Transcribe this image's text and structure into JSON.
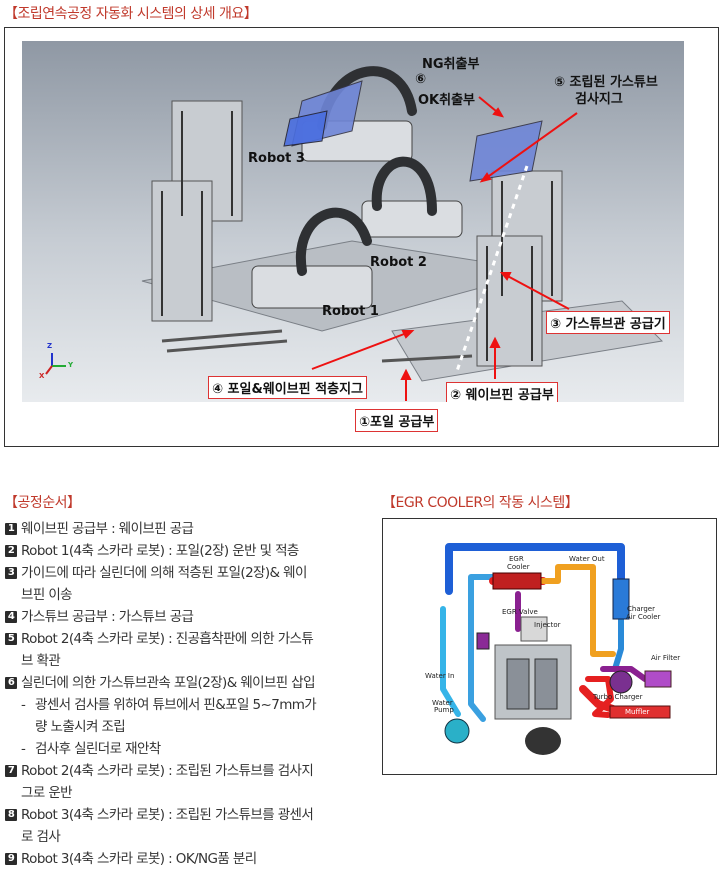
{
  "header": {
    "title": "【조립연속공정 자동화 시스템의 상세 개요】"
  },
  "diagram": {
    "labels": {
      "robot1": "Robot 1",
      "robot2": "Robot 2",
      "robot3": "Robot 3",
      "ng_out": "NG취출부",
      "ok_num": "⑥",
      "ok_out": "OK취출부",
      "inspect_line1": "⑤ 조립된 가스튜브",
      "inspect_line2": "검사지그",
      "gas_tube_feeder": "③ 가스튜브관 공급기",
      "stack_jig": "④ 포일&웨이브핀 적층지그",
      "wavefin_feeder": "② 웨이브핀 공급부",
      "foil_feeder": "①포일 공급부"
    },
    "axis": {
      "z": "Z",
      "y": "Y",
      "x": "X"
    }
  },
  "process": {
    "title": "【공정순서】",
    "steps": [
      {
        "num": "1",
        "text": "웨이브핀 공급부 : 웨이브핀 공급"
      },
      {
        "num": "2",
        "text": "Robot 1(4축 스카라 로봇) : 포일(2장) 운반 및 적층"
      },
      {
        "num": "3",
        "text": "가이드에 따라 실린더에 의해 적층된 포일(2장)& 웨이"
      },
      {
        "num": "",
        "text": "브핀 이송"
      },
      {
        "num": "4",
        "text": "가스튜브 공급부 : 가스튜브 공급"
      },
      {
        "num": "5",
        "text": "Robot 2(4축 스카라 로봇) : 진공흡착판에 의한 가스튜"
      },
      {
        "num": "",
        "text": "브 확관"
      },
      {
        "num": "6",
        "text": "실린더에 의한 가스튜브관속 포일(2장)& 웨이브핀 삽입"
      },
      {
        "num": "-",
        "text": "광센서 검사를 위하여 튜브에서 핀&포일 5~7mm가",
        "sub": true
      },
      {
        "num": "",
        "text": "량 노출시켜 조립",
        "sub": true,
        "cont": true
      },
      {
        "num": "-",
        "text": "검사후 실린더로 재안착",
        "sub": true
      },
      {
        "num": "7",
        "text": "Robot 2(4축 스카라 로봇) : 조립된 가스튜브를 검사지"
      },
      {
        "num": "",
        "text": "그로 운반"
      },
      {
        "num": "8",
        "text": "Robot 3(4축 스카라 로봇) : 조립된 가스튜브를 광센서"
      },
      {
        "num": "",
        "text": "로 검사"
      },
      {
        "num": "9",
        "text": "Robot 3(4축 스카라 로봇) : OK/NG품 분리"
      }
    ]
  },
  "egr": {
    "title": "【EGR COOLER의 작동 시스템】",
    "labels": {
      "egr_cooler_1": "EGR",
      "egr_cooler_2": "Cooler",
      "water_out": "Water Out",
      "egr_valve": "EGR Valve",
      "injector": "Injector",
      "charger_1": "Charger",
      "charger_2": "Air Cooler",
      "air_filter": "Air Filter",
      "water_in": "Water In",
      "water_pump_1": "Water",
      "water_pump_2": "Pump",
      "turbo_charger": "Turbo Charger",
      "muffler": "Muffler"
    }
  }
}
